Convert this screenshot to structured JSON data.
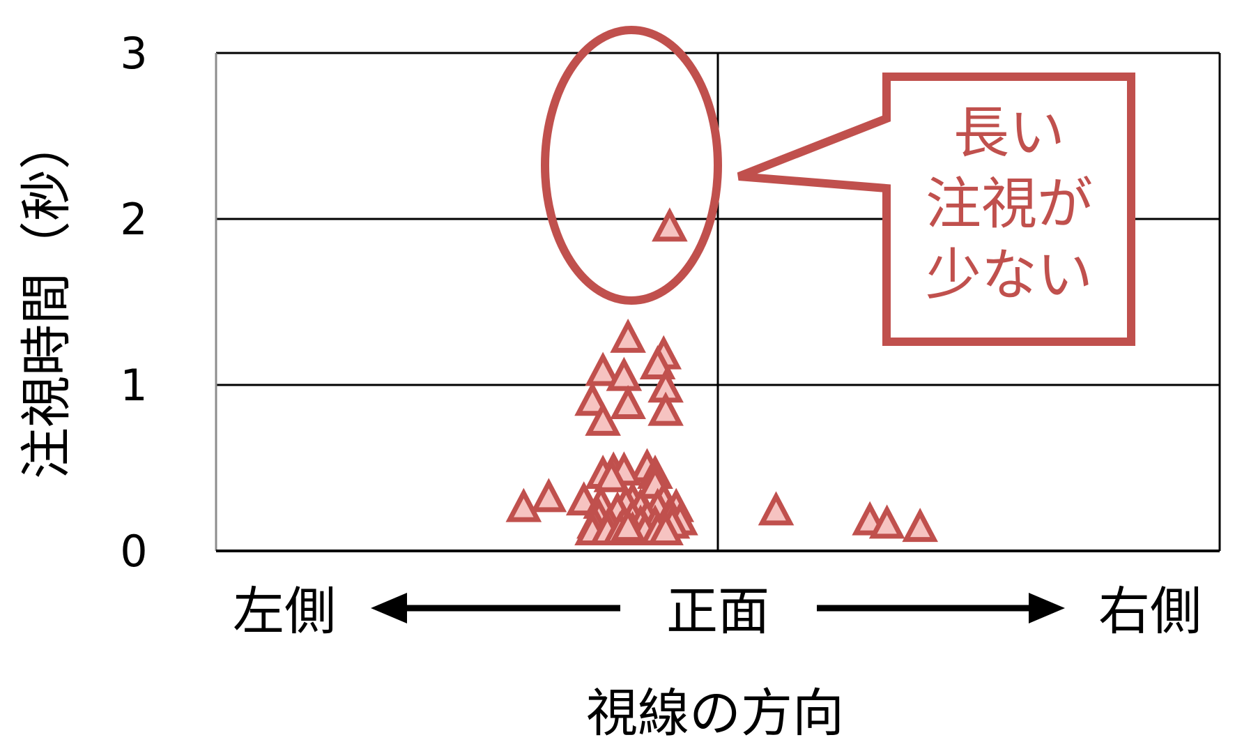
{
  "chart_data": {
    "type": "scatter",
    "ylabel": "注視時間（秒）",
    "xlabel": "視線の方向",
    "ylim": [
      0,
      3
    ],
    "xlim": [
      -1,
      1
    ],
    "yticks": [
      "0",
      "1",
      "2",
      "3"
    ],
    "direction_labels": {
      "left": "左側",
      "center": "正面",
      "right": "右側"
    },
    "grid": true,
    "marker": "triangle",
    "marker_fill": "#f6c3c1",
    "marker_stroke": "#c0504d",
    "annotation": {
      "lines": [
        "長い",
        "注視が",
        "少ない"
      ],
      "color": "#c0504d"
    },
    "series": [
      {
        "points": [
          {
            "x": -0.096,
            "y": 1.95
          },
          {
            "x": -0.179,
            "y": 1.28
          },
          {
            "x": -0.108,
            "y": 1.18
          },
          {
            "x": -0.12,
            "y": 1.12
          },
          {
            "x": -0.229,
            "y": 1.08
          },
          {
            "x": -0.187,
            "y": 1.05
          },
          {
            "x": -0.104,
            "y": 0.98
          },
          {
            "x": -0.25,
            "y": 0.9
          },
          {
            "x": -0.179,
            "y": 0.88
          },
          {
            "x": -0.104,
            "y": 0.84
          },
          {
            "x": -0.229,
            "y": 0.78
          },
          {
            "x": -0.141,
            "y": 0.5
          },
          {
            "x": -0.208,
            "y": 0.48
          },
          {
            "x": -0.187,
            "y": 0.48
          },
          {
            "x": -0.229,
            "y": 0.46
          },
          {
            "x": -0.125,
            "y": 0.46
          },
          {
            "x": -0.212,
            "y": 0.44
          },
          {
            "x": -0.125,
            "y": 0.4
          },
          {
            "x": -0.337,
            "y": 0.32
          },
          {
            "x": -0.267,
            "y": 0.3
          },
          {
            "x": -0.17,
            "y": 0.3
          },
          {
            "x": -0.108,
            "y": 0.3
          },
          {
            "x": -0.233,
            "y": 0.28
          },
          {
            "x": -0.183,
            "y": 0.28
          },
          {
            "x": -0.154,
            "y": 0.26
          },
          {
            "x": -0.387,
            "y": 0.26
          },
          {
            "x": -0.12,
            "y": 0.26
          },
          {
            "x": -0.083,
            "y": 0.26
          },
          {
            "x": -0.2,
            "y": 0.24
          },
          {
            "x": -0.095,
            "y": 0.22
          },
          {
            "x": 0.116,
            "y": 0.24
          },
          {
            "x": -0.237,
            "y": 0.2
          },
          {
            "x": -0.17,
            "y": 0.2
          },
          {
            "x": -0.141,
            "y": 0.2
          },
          {
            "x": -0.095,
            "y": 0.2
          },
          {
            "x": -0.075,
            "y": 0.18
          },
          {
            "x": -0.246,
            "y": 0.16
          },
          {
            "x": -0.216,
            "y": 0.16
          },
          {
            "x": -0.187,
            "y": 0.16
          },
          {
            "x": -0.154,
            "y": 0.16
          },
          {
            "x": -0.125,
            "y": 0.16
          },
          {
            "x": -0.091,
            "y": 0.16
          },
          {
            "x": 0.303,
            "y": 0.18
          },
          {
            "x": 0.337,
            "y": 0.16
          },
          {
            "x": 0.403,
            "y": 0.14
          },
          {
            "x": -0.25,
            "y": 0.12
          },
          {
            "x": -0.22,
            "y": 0.12
          },
          {
            "x": -0.195,
            "y": 0.12
          },
          {
            "x": -0.17,
            "y": 0.12
          },
          {
            "x": -0.145,
            "y": 0.12
          },
          {
            "x": -0.12,
            "y": 0.12
          },
          {
            "x": -0.104,
            "y": 0.12
          },
          {
            "x": -0.179,
            "y": 0.14
          }
        ]
      }
    ]
  }
}
